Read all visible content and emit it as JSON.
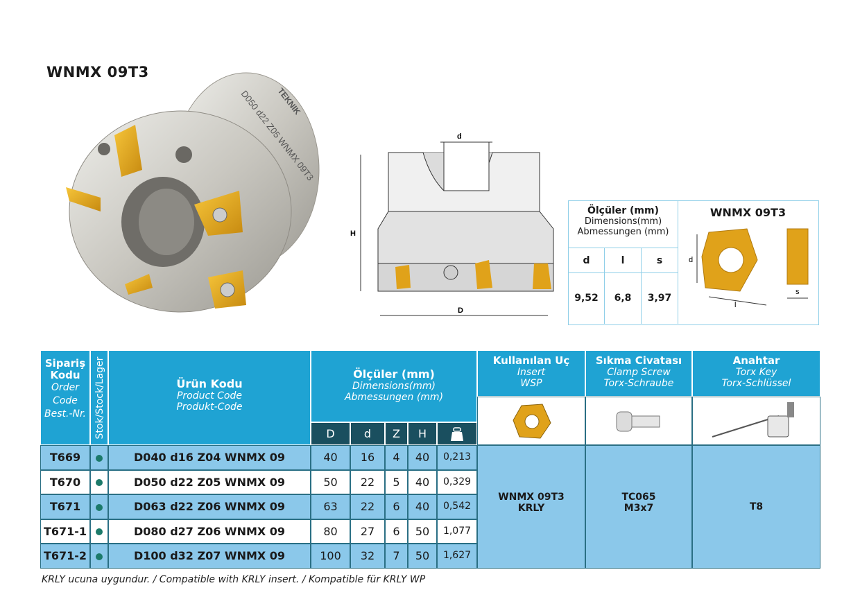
{
  "title": "WNMX 09T3",
  "brand_text": "TEKNIK",
  "body_engraving": "D050 d22 Z05 WNMX 09T3",
  "drawing": {
    "label_d": "d",
    "label_H": "H",
    "label_D": "D"
  },
  "dim_box": {
    "title_tr": "Ölçüler (mm)",
    "title_en": "Dimensions(mm)",
    "title_de": "Abmessungen (mm)",
    "columns": [
      "d",
      "l",
      "s"
    ],
    "values": [
      "9,52",
      "6,8",
      "3,97"
    ],
    "insert_title": "WNMX 09T3",
    "insert_labels": {
      "d": "d",
      "l": "l",
      "s": "s"
    }
  },
  "table": {
    "headers": {
      "order_code": {
        "tr": "Sipariş Kodu",
        "en": "Order Code",
        "de": "Best.-Nr."
      },
      "stock": "Stok/Stock/Lager",
      "product_code": {
        "tr": "Ürün Kodu",
        "en": "Product Code",
        "de": "Produkt-Code"
      },
      "dims": {
        "tr": "Ölçüler (mm)",
        "en": "Dimensions(mm)",
        "de": "Abmessungen (mm)"
      },
      "dim_cols": [
        "D",
        "d",
        "Z",
        "H"
      ],
      "insert": {
        "tr": "Kullanılan Uç",
        "en": "Insert",
        "de": "WSP"
      },
      "screw": {
        "tr": "Sıkma Civatası",
        "en": "Clamp Screw",
        "de": "Torx-Schraube"
      },
      "key": {
        "tr": "Anahtar",
        "en": "Torx Key",
        "de": "Torx-Schlüssel"
      }
    },
    "rows": [
      {
        "code": "T669",
        "product": "D040 d16 Z04 WNMX 09",
        "D": "40",
        "d": "16",
        "Z": "4",
        "H": "40",
        "kg": "0,213"
      },
      {
        "code": "T670",
        "product": "D050 d22 Z05 WNMX 09",
        "D": "50",
        "d": "22",
        "Z": "5",
        "H": "40",
        "kg": "0,329"
      },
      {
        "code": "T671",
        "product": "D063 d22 Z06 WNMX 09",
        "D": "63",
        "d": "22",
        "Z": "6",
        "H": "40",
        "kg": "0,542"
      },
      {
        "code": "T671-1",
        "product": "D080 d27 Z06 WNMX 09",
        "D": "80",
        "d": "27",
        "Z": "6",
        "H": "50",
        "kg": "1,077"
      },
      {
        "code": "T671-2",
        "product": "D100 d32 Z07 WNMX 09",
        "D": "100",
        "d": "32",
        "Z": "7",
        "H": "50",
        "kg": "1,627"
      }
    ],
    "insert_value": {
      "line1": "WNMX 09T3",
      "line2": "KRLY"
    },
    "screw_value": {
      "line1": "TC065",
      "line2": "M3x7"
    },
    "key_value": "T8"
  },
  "footnote": "KRLY ucuna uygundur. / Compatible with KRLY insert. / Kompatible für KRLY WP",
  "colors": {
    "header_blue": "#1fa3d3",
    "header_dark": "#1a4f5f",
    "row_blue": "#8bc8ea",
    "stock_dot": "#1c7a6a",
    "insert_gold": "#e0a21a"
  }
}
